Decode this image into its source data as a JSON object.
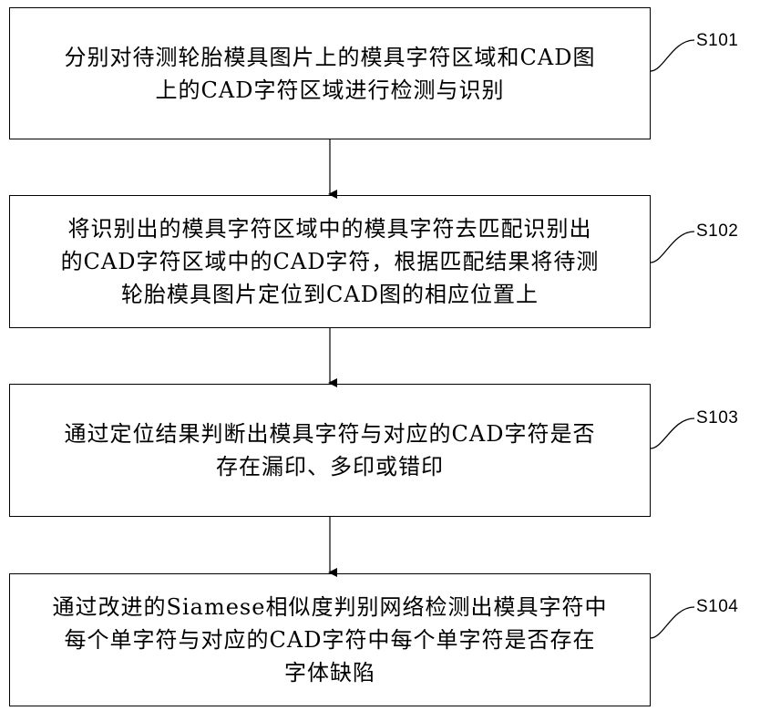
{
  "steps": [
    {
      "label": "S101",
      "text": "分别对待测轮胎模具图片上的模具字符区域和CAD图\n上的CAD字符区域进行检测与识别"
    },
    {
      "label": "S102",
      "text": "将识别出的模具字符区域中的模具字符去匹配识别出\n的CAD字符区域中的CAD字符，根据匹配结果将待测\n轮胎模具图片定位到CAD图的相应位置上"
    },
    {
      "label": "S103",
      "text": "通过定位结果判断出模具字符与对应的CAD字符是否\n存在漏印、多印或错印"
    },
    {
      "label": "S104",
      "text": "通过改进的Siamese相似度判别网络检测出模具字符中\n每个单字符与对应的CAD字符中每个单字符是否存在\n字体缺陷"
    }
  ]
}
